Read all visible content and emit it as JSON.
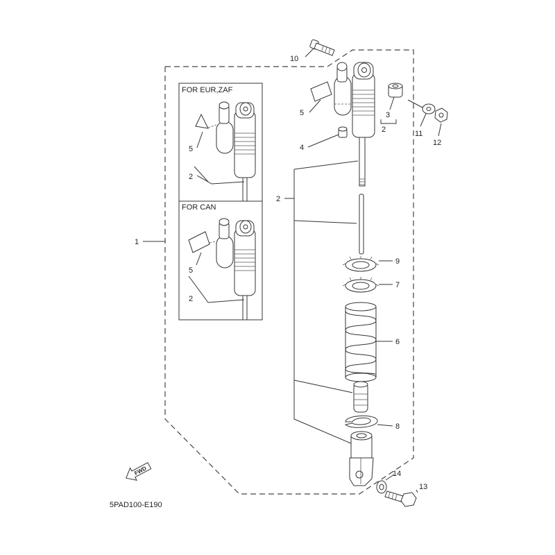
{
  "diagram": {
    "drawing_code": "5PAD100-E190",
    "fwd_label": "FWD",
    "insets": [
      {
        "title": "FOR EUR,ZAF"
      },
      {
        "title": "FOR CAN"
      }
    ],
    "callouts": {
      "c1": "1",
      "c2_main": "2",
      "c2_bracket": "2",
      "c2_inset1": "2",
      "c2_inset2": "2",
      "c3": "3",
      "c4": "4",
      "c5_main": "5",
      "c5_inset1": "5",
      "c5_inset2": "5",
      "c6": "6",
      "c7": "7",
      "c8": "8",
      "c9": "9",
      "c10": "10",
      "c11": "11",
      "c12": "12",
      "c13": "13",
      "c14": "14"
    }
  }
}
